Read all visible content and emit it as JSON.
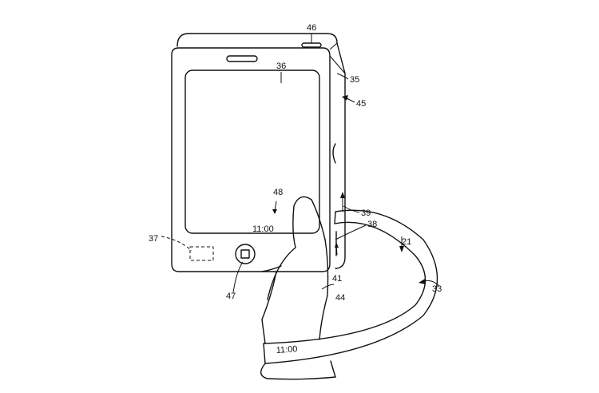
{
  "figure": {
    "labels": {
      "l46": "46",
      "l36": "36",
      "l35": "35",
      "l45": "45",
      "l48": "48",
      "l39": "39",
      "l38": "38",
      "l21": "21",
      "l37": "37",
      "l41": "41",
      "l33": "33",
      "l47": "47",
      "l44": "44"
    },
    "screen_time": "11:00",
    "band_time": "11:00"
  }
}
